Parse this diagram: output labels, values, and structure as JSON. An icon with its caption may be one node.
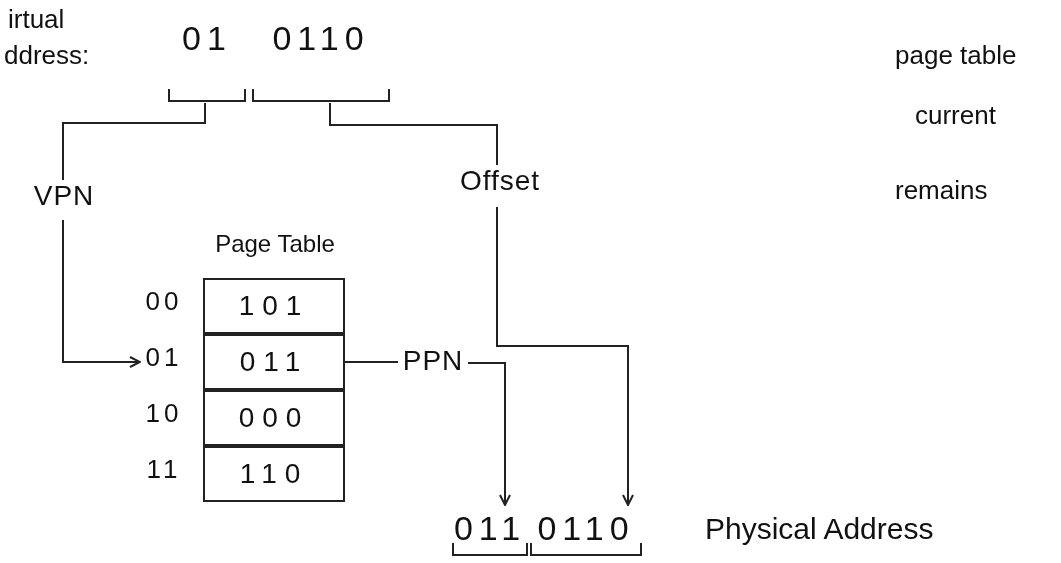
{
  "diagram": {
    "nodes": [
      {
        "text": [
          "01"
        ]
      },
      {
        "text": [
          "0110"
        ]
      },
      {
        "text": [
          "VPN"
        ]
      },
      {
        "text": [
          "Offset"
        ]
      },
      {
        "text": [
          "Page Table"
        ]
      },
      {
        "text": [
          "00"
        ]
      },
      {
        "text": [
          "101"
        ],
        "in": 4
      },
      {
        "text": [
          "01"
        ]
      },
      {
        "text": [
          "011"
        ],
        "in": 4
      },
      {
        "text": [
          "10"
        ]
      },
      {
        "text": [
          "000"
        ],
        "in": 4
      },
      {
        "text": [
          "11"
        ]
      },
      {
        "text": [
          "110"
        ],
        "in": 4
      },
      {
        "text": [
          "PPN"
        ]
      },
      {
        "text": [
          "011"
        ]
      },
      {
        "text": [
          "0110"
        ]
      }
    ],
    "edges": [
      {
        "from": 0,
        "to": 2,
        "arrow": "none"
      },
      {
        "from": 1,
        "to": 3,
        "arrow": "none"
      },
      {
        "from": 2,
        "to": 7,
        "arrow": "to"
      },
      {
        "from": 8,
        "to": 13,
        "arrow": "none"
      },
      {
        "from": 13,
        "to": 14,
        "arrow": "to"
      },
      {
        "from": 3,
        "to": 15,
        "arrow": "to"
      }
    ],
    "labels": [
      "irtual",
      "ddress:",
      "page table",
      "current",
      "remains",
      "Physical Address"
    ]
  }
}
